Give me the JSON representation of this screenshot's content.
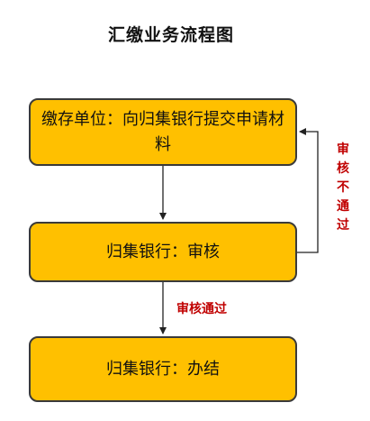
{
  "title": "汇缴业务流程图",
  "steps": [
    {
      "label": "缴存单位：向归集银行提交申请材料"
    },
    {
      "label": "归集银行：审核"
    },
    {
      "label": "归集银行：办结"
    }
  ],
  "edges": [
    {
      "from": 0,
      "to": 1,
      "label": ""
    },
    {
      "from": 1,
      "to": 2,
      "label": "审核通过"
    },
    {
      "from": 1,
      "to": 0,
      "label": "审核不通过"
    }
  ],
  "colors": {
    "box_fill": "#ffc000",
    "box_border": "#3a3a3a",
    "label_red": "#c00000",
    "arrow": "#222222"
  }
}
